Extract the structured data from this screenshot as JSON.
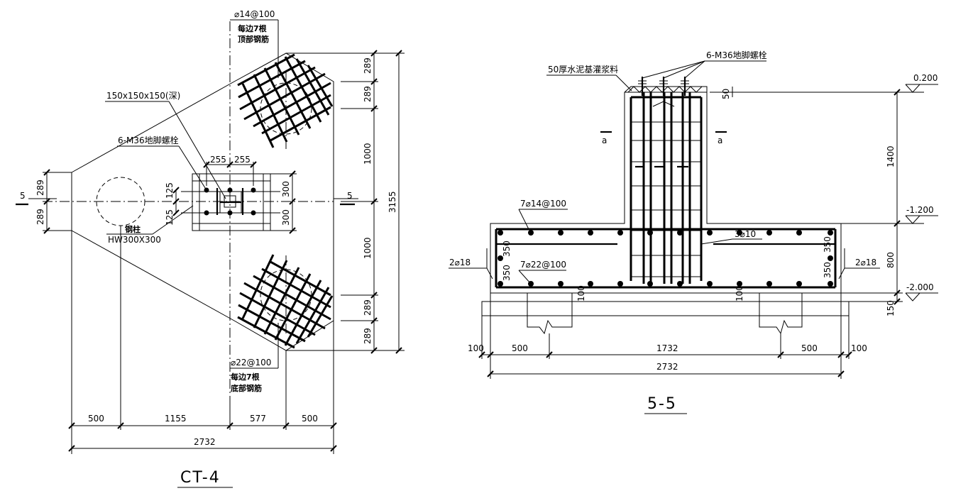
{
  "plan": {
    "title": "CT-4",
    "section_mark": "5",
    "top_rebar": {
      "spec": "⌀14@100",
      "line1": "每边7根",
      "line2": "顶部钢筋"
    },
    "bottom_rebar": {
      "spec": "⌀22@100",
      "line1": "每边7根",
      "line2": "底部钢筋"
    },
    "pocket_note": "150x150x150(深)",
    "bolts_note": "6-M36地脚螺栓",
    "column_label": "钢柱",
    "column_spec": "HW300X300",
    "dims": {
      "d255a": "255",
      "d255b": "255",
      "d125a": "125",
      "d125b": "125",
      "d300a": "300",
      "d300b": "300",
      "left289a": "289",
      "left289b": "289",
      "r289a": "289",
      "r289b": "289",
      "r1000a": "1000",
      "r1000b": "1000",
      "r289c": "289",
      "r289d": "289",
      "total_height": "3155",
      "b500a": "500",
      "b1155": "1155",
      "b577": "577",
      "b500b": "500",
      "total_width": "2732"
    }
  },
  "section": {
    "title": "5-5",
    "grout_note": "50厚水泥基灌浆料",
    "bolts_note": "6-M36地脚螺栓",
    "cut_a": "a",
    "top_rebar": "7⌀14@100",
    "bottom_rebar": "7⌀22@100",
    "stirrup": "3⌀10",
    "side_bars_left": "2⌀18",
    "side_bars_right": "2⌀18",
    "elev_top": "0.200",
    "elev_mid": "-1.200",
    "elev_bot": "-2.000",
    "dims": {
      "d50": "50",
      "d1400": "1400",
      "d800": "800",
      "d150": "150",
      "l350a": "350",
      "l350b": "350",
      "r350a": "350",
      "r350b": "350",
      "c100a": "100",
      "c100b": "100",
      "b100a": "100",
      "b500a": "500",
      "b1732": "1732",
      "b500b": "500",
      "b100b": "100",
      "total_width": "2732"
    }
  }
}
